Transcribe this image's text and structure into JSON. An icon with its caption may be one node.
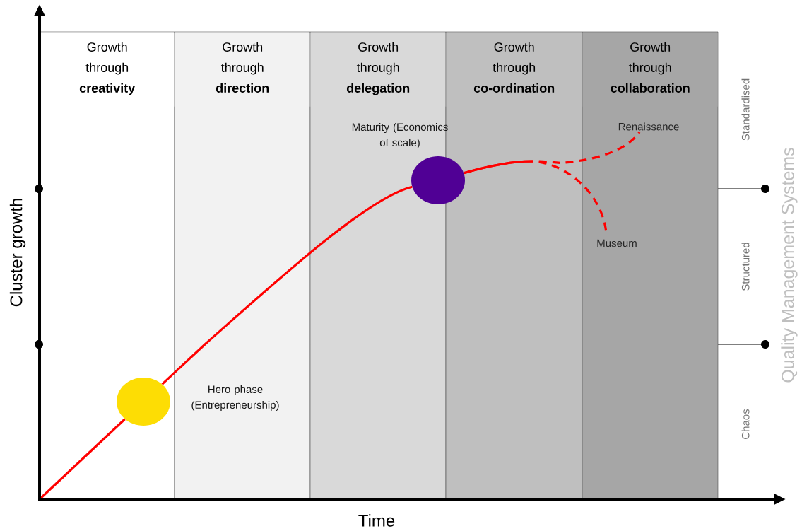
{
  "diagram": {
    "nodes": [
      {
        "text": [
          "Growth through **creativity**"
        ]
      },
      {
        "text": [
          "Growth through **direction**"
        ]
      },
      {
        "text": [
          "Growth through **delegation**"
        ]
      },
      {
        "text": [
          "Growth through **co-ordination**"
        ]
      },
      {
        "text": [
          "Growth through **collaboration**"
        ]
      },
      {
        "text": [],
        "shape": "circle"
      },
      {
        "text": [],
        "shape": "circle"
      },
      {
        "text": [
          "Renaissance"
        ]
      },
      {
        "text": [
          "Museum"
        ]
      }
    ],
    "edges": [
      {
        "from": null,
        "to": 5,
        "arrow": "none"
      },
      {
        "from": 5,
        "to": 6,
        "arrow": "none"
      },
      {
        "from": 6,
        "to": 7,
        "arrow": "none",
        "style": "dashed"
      },
      {
        "from": 6,
        "to": 8,
        "arrow": "none",
        "style": "dashed"
      }
    ],
    "labels": [
      "Maturity (Economics of scale)",
      "Standardised",
      "Structured",
      "Hero phase (Entrepreneurship)",
      "Chaos",
      "Quality Management Systems",
      "Cluster growth",
      "Time"
    ]
  }
}
